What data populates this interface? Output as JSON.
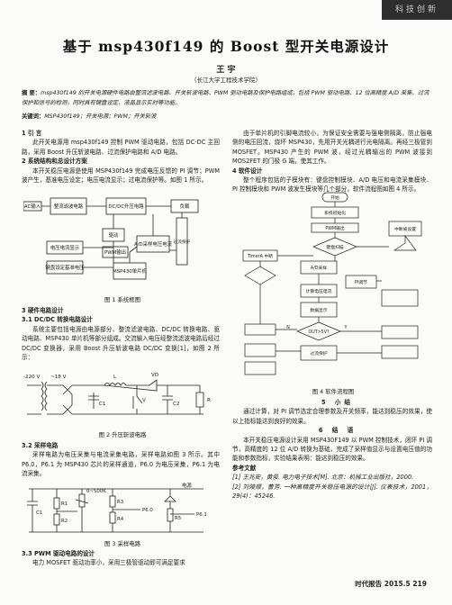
{
  "corner_label": "科技创新",
  "title": "基于 msp430f149 的 Boost 型开关电源设计",
  "author": "王 宇",
  "affiliation": "（长江大学工程技术学院）",
  "abstract_label": "摘 要：",
  "abstract_text": "msp430f149 的开关电源硬件电路由整流滤波电路、开关斩波电路、PWM 驱动电路及保护电路组成，包括 PWM 驱动电路、12 位高精度 A/D 采集、过流保护和信号的检测，同时具有键盘设定、液晶显示实时等功能。",
  "keywords_label": "关键词：",
  "keywords_text": "MSP430f149；开关电源；PWM；开关斩波",
  "left_col": [
    {
      "t": "h",
      "text": "1 引 言"
    },
    {
      "t": "p",
      "text": "此开关电源用 msp430f149 控制 PWM 驱动电路，包括 DC-DC 主回路，采用 Boost 升压斩波电路、过流保护电路和 A/D 电路。"
    },
    {
      "t": "h",
      "text": "2 系统结构和总设计方案"
    },
    {
      "t": "p",
      "text": "本开关稳压电源是使用 MSP430f149 完成电压反馈的 PI 调节；PWM 波产生，基准电压设定；电压电流显示；过电流保护等。如图 1 所示。"
    }
  ],
  "left_col2": [
    {
      "t": "h",
      "text": "3 硬件电路设计"
    },
    {
      "t": "h2",
      "text": "3.1 DC/DC 转换电路设计"
    },
    {
      "t": "p",
      "text": "系统主要包括电源由电源部分、整流滤波电路、DC/DC 转换电路、驱动电路、MSP430 单片机等部分组成。交流输入电压经整流滤波电路后经过 DC/DC 变换器，采用 Boost 升压斩波电路 DC/DC 变换[1]，如图 2 所示："
    }
  ],
  "left_col3": [
    {
      "t": "h2",
      "text": "3.2 采样电路"
    },
    {
      "t": "p",
      "text": "采样电路为电压采集与电流采集电路，采样电路如图 3 所示。其中 P6.0，P6.1 为 MSP430 芯片的采样通道，P6.0 为电压采集，P6.1 为电流采集。"
    }
  ],
  "left_col4": [
    {
      "t": "h2",
      "text": "3.3 PWM 驱动电路的设计"
    },
    {
      "t": "p",
      "text": "电力 MOSFET 驱动功率小，采用三极管驱动即可满足要求"
    }
  ],
  "right_col": [
    {
      "t": "p",
      "text": "由于单片机的引脚电流较小，为保证安全需要与强电侧隔离，防止强电侧的电压回流，烧坏 MSP430，先用开关光耦进行光电隔离。再经三极管到 MOSFET。MSP430 产生的 PWM 波，经过光耦输出的 PWM 波接到 MOS2FET 的门极 G 端，使其工作。"
    },
    {
      "t": "h",
      "text": "4 软件设计"
    },
    {
      "t": "p",
      "text": "整个程序包括的子模块有：键盘控制模块、A/D 电压和电流采集模块、PI 控制模块和 PWM 波发生模块等几个部分，软件流程图如图 4 所示。"
    }
  ],
  "right_col2": [
    {
      "t": "hc",
      "text": "5 小结"
    },
    {
      "t": "p",
      "text": "通过计算，对 PI 调节选定合理参数及开关频率，能达到稳压的效果，使以上指标能达到良好的效果。"
    },
    {
      "t": "hc",
      "text": "6 结 语"
    },
    {
      "t": "p",
      "text": "本开关稳压电源设计采用 MSP430F149 以 PWM 控制技术，闭环 PI 调节，高精度的 12 位 A/D 转换为基础，完成了采样值显示与设置电压值的功能和参数指标，实验结果表明：能达到稳压的效果。"
    },
    {
      "t": "h",
      "text": "参考文献"
    },
    {
      "t": "r",
      "text": "[1] 王兆安，黄俊. 电力电子技术[M]. 北京：机械工业出版社，2000."
    },
    {
      "t": "r",
      "text": "[2] 刘陵顺，曹芳. 一种高精度开关稳压电源的设计[J]. 仪表技术，2001，29(4)：45246."
    }
  ],
  "fig1": {
    "caption": "图 1 系统框图",
    "blocks": {
      "ac_input": "AC输入",
      "rectifier": "整流滤波电路",
      "dcdc": "DC/DC升压电路",
      "load": "负载",
      "driver": "驱动",
      "pwm_out": "PWM输出",
      "ad": "A/D采样电压电流",
      "protect": "过流保护",
      "display": "电压电流显示",
      "keyboard": "键盘设定基准电压",
      "mcu": "MSP430单片机"
    }
  },
  "fig2": {
    "caption": "图 2 升压斩波电路",
    "labels": {
      "vin": "-220 V",
      "vmid": "~18 V",
      "vd": "VD",
      "l": "L",
      "c1": "C1",
      "c2": "C2",
      "r": "R",
      "v": "V"
    }
  },
  "fig3": {
    "caption": "图 3 采样电路",
    "labels": {
      "c1": "C1",
      "r1": "R1",
      "r2": "R2",
      "r3": "R3",
      "r4": "R4",
      "r5": "R5",
      "pot": "0~500K",
      "p60": "P6.0",
      "p61": "P6.1",
      "vin": "电源"
    }
  },
  "fig4": {
    "caption": "图 4 软件流程图",
    "nodes": {
      "start": "开始",
      "init": "系统初始化",
      "pwm": "PWM输出",
      "key": "键盘扫描",
      "settable": "中断被设置",
      "timer": "TimerA 中断",
      "adc": "A/D采样",
      "pi": "PI调节",
      "display": "数据显示",
      "protect": "过流保护",
      "out": "OUT>5V?",
      "calc": "计算电压电流",
      "yes": "Y",
      "no": "N"
    }
  },
  "footer": "时代报告 2015.5   219"
}
